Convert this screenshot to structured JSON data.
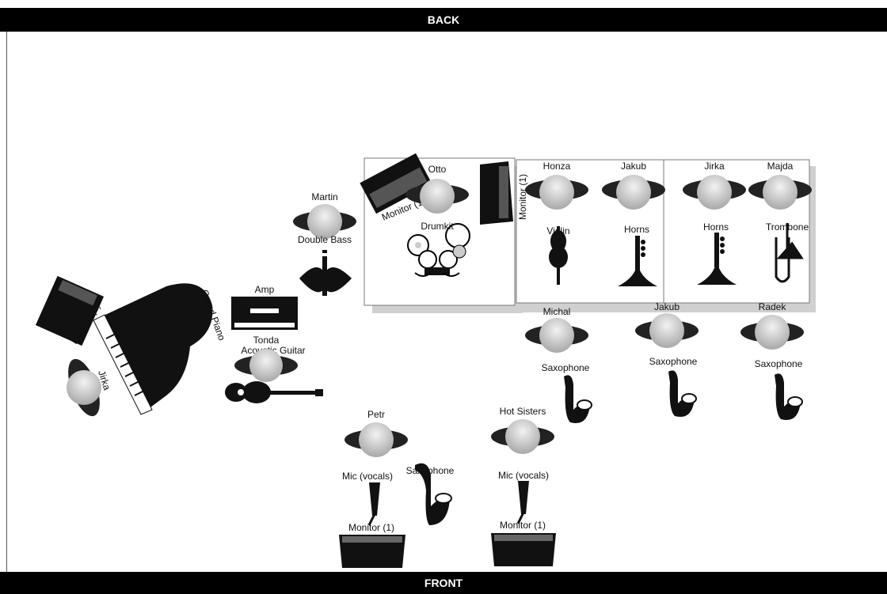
{
  "header": {
    "back": "BACK",
    "front": "FRONT"
  },
  "colors": {
    "bar": "#000000",
    "person": "#bdbdbd",
    "frame": "#888888"
  },
  "people": {
    "otto": "Otto",
    "honza": "Honza",
    "jakub1": "Jakub",
    "jirka1": "Jirka",
    "majda": "Majda",
    "martin": "Martin",
    "tonda": "Tonda",
    "jirka2": "Jirka",
    "michal": "Michal",
    "jakub2": "Jakub",
    "radek": "Radek",
    "petr": "Petr",
    "hot_sisters": "Hot Sisters"
  },
  "instruments": {
    "drumkit": "Drumkit",
    "violin": "Violin",
    "horns1": "Horns",
    "horns2": "Horns",
    "trombone": "Trombone",
    "double_bass": "Double Bass",
    "amp": "Amp",
    "acoustic_guitar": "Acoustic Guitar",
    "grand_piano": "Grand Piano",
    "sax_michal": "Saxophone",
    "sax_jakub": "Saxophone",
    "sax_radek": "Saxophone",
    "sax_front": "Saxophone",
    "mic_petr": "Mic (vocals)",
    "mic_hot": "Mic (vocals)"
  },
  "monitors": {
    "drum_left": "Monitor (1)",
    "drum_right": "Monitor (1)",
    "piano": "Monitor (1)",
    "front_left": "Monitor (1)",
    "front_right": "Monitor (1)"
  }
}
